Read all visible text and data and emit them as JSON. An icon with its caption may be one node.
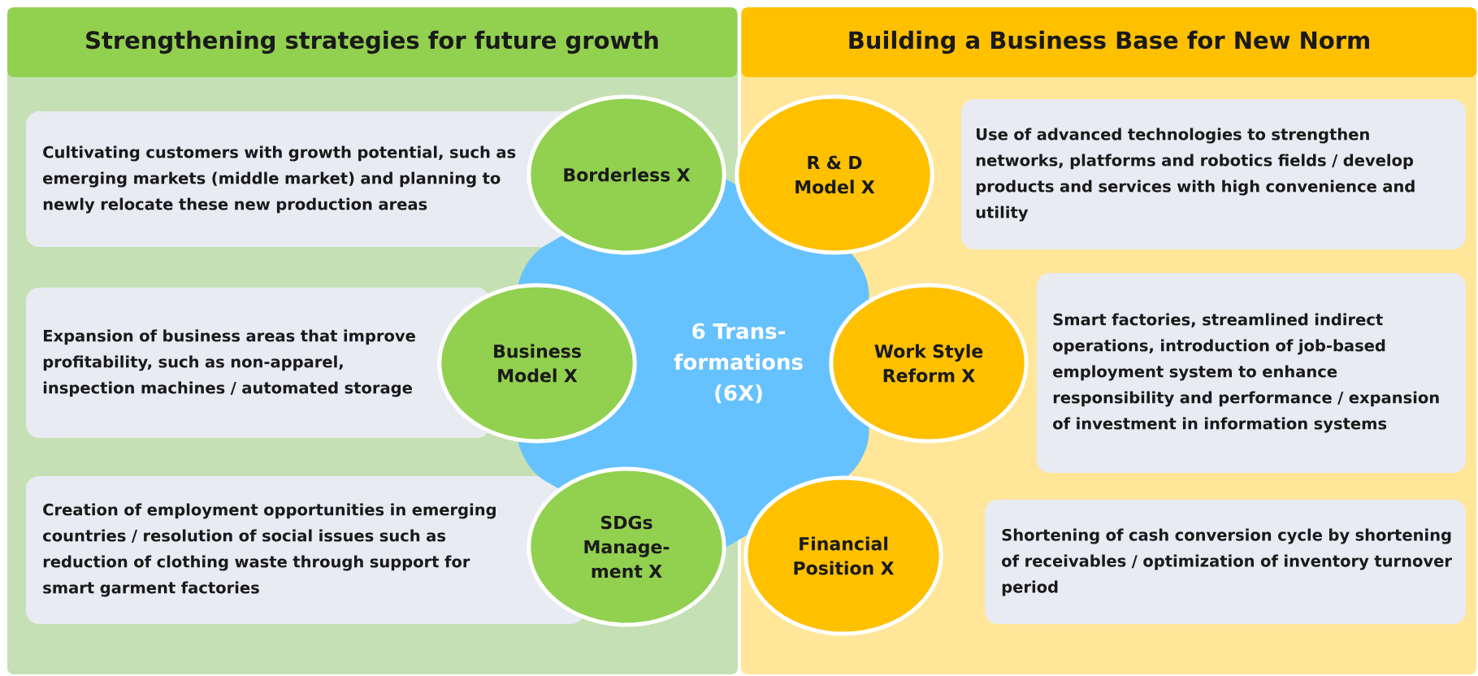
{
  "diagram": {
    "nodes": [
      {
        "text": [
          "Strengthening strategies for future growth"
        ]
      },
      {
        "text": [
          "Building a Business Base for New Norm"
        ]
      },
      {
        "text": [
          "6 Trans-formations (6X)"
        ]
      },
      {
        "text": [
          "Borderless X"
        ]
      },
      {
        "text": [
          "Business Model X"
        ]
      },
      {
        "text": [
          "SDGs Manage-ment X"
        ]
      },
      {
        "text": [
          "R & D Model X"
        ]
      },
      {
        "text": [
          "Work Style Reform X"
        ]
      },
      {
        "text": [
          "Financial Position X"
        ]
      },
      {
        "text": [
          "Cultivating customers with growth potential, such as emerging markets (middle market) and planning to newly relocate these new production areas"
        ]
      },
      {
        "text": [
          "Expansion of business areas that improve profitability, such as non-apparel, inspection machines / automated storage"
        ]
      },
      {
        "text": [
          "Creation of employment opportunities in emerging countries / resolution of social issues such as reduction of clothing waste through support for smart garment factories"
        ]
      },
      {
        "text": [
          "Use of advanced technologies to strengthen networks, platforms and robotics fields / develop products and services with high convenience and utility"
        ]
      },
      {
        "text": [
          "Smart factories, streamlined indirect operations, introduction of job-based employment system to enhance responsibility and performance / expansion of investment in information systems"
        ]
      },
      {
        "text": [
          "Shortening of cash conversion cycle by shortening of receivables / optimization of inventory turnover period"
        ]
      }
    ],
    "edges": []
  }
}
